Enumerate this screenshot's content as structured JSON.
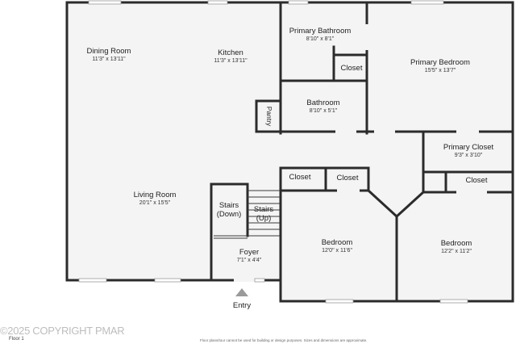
{
  "rooms": {
    "dining_room": {
      "name": "Dining Room",
      "dims": "11'3\" x 13'11\""
    },
    "kitchen": {
      "name": "Kitchen",
      "dims": "11'3\" x 13'11\""
    },
    "primary_bathroom": {
      "name": "Primary Bathroom",
      "dims": "8'10\" x 8'1\""
    },
    "primary_bedroom": {
      "name": "Primary Bedroom",
      "dims": "15'5\" x 13'7\""
    },
    "closet_pbath": {
      "name": "Closet"
    },
    "pantry": {
      "name": "Pantry"
    },
    "bathroom": {
      "name": "Bathroom",
      "dims": "8'10\" x 5'1\""
    },
    "primary_closet": {
      "name": "Primary Closet",
      "dims": "9'3\" x 3'10\""
    },
    "living_room": {
      "name": "Living Room",
      "dims": "20'1\" x 15'5\""
    },
    "stairs_down": {
      "name": "Stairs (Down)",
      "line1": "Stairs",
      "line2": "(Down)"
    },
    "stairs_up": {
      "name": "Stairs (Up)",
      "line1": "Stairs",
      "line2": "(Up)"
    },
    "closet_left": {
      "name": "Closet"
    },
    "closet_mid": {
      "name": "Closet"
    },
    "closet_right": {
      "name": "Closet"
    },
    "bedroom_left": {
      "name": "Bedroom",
      "dims": "12'0\" x 11'6\""
    },
    "bedroom_right": {
      "name": "Bedroom",
      "dims": "12'2\" x 11'2\""
    },
    "foyer": {
      "name": "Foyer",
      "dims": "7'1\" x 4'4\""
    }
  },
  "entry_label": "Entry",
  "footer": {
    "copyright": "©2025 COPYRIGHT PMAR",
    "floor": "Floor 1",
    "disclaimer": "Floor plans/tour cannot be used for building or design purposes. Sizes and dimensions are approximate."
  },
  "colors": {
    "wall": "#2b2b2b",
    "floor": "#f4f4f4"
  }
}
